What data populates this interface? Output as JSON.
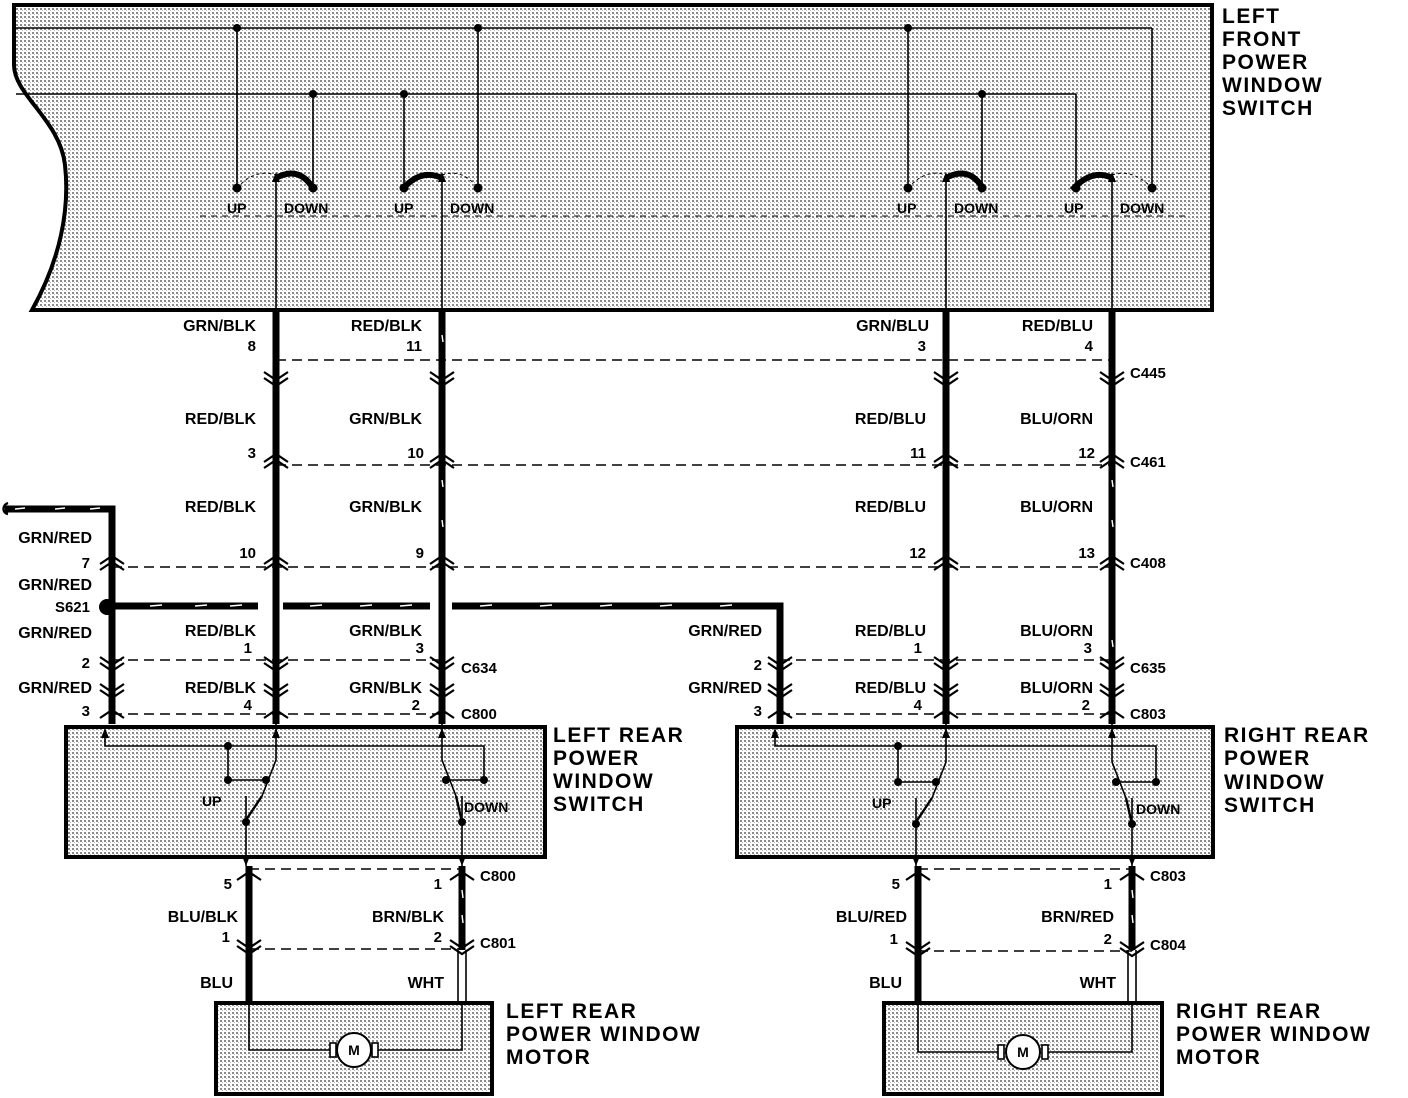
{
  "components": {
    "lf_switch": {
      "name": [
        "LEFT",
        "FRONT",
        "POWER",
        "WINDOW",
        "SWITCH"
      ],
      "up": "UP",
      "down": "DOWN"
    },
    "lr_switch": {
      "name": [
        "LEFT REAR",
        "POWER",
        "WINDOW",
        "SWITCH"
      ],
      "up": "UP",
      "down": "DOWN"
    },
    "rr_switch": {
      "name": [
        "RIGHT REAR",
        "POWER",
        "WINDOW",
        "SWITCH"
      ],
      "up": "UP",
      "down": "DOWN"
    },
    "lr_motor": {
      "name": [
        "LEFT REAR",
        "POWER WINDOW",
        "MOTOR"
      ],
      "symbol": "M"
    },
    "rr_motor": {
      "name": [
        "RIGHT REAR",
        "POWER WINDOW",
        "MOTOR"
      ],
      "symbol": "M"
    }
  },
  "connectors": {
    "c445": "C445",
    "c461": "C461",
    "c408": "C408",
    "c634": "C634",
    "c635": "C635",
    "c800": "C800",
    "c803": "C803",
    "c801": "C801",
    "c804": "C804",
    "s621": "S621"
  },
  "wires": {
    "lf_up_top": "GRN/BLK",
    "lf_dn_top": "RED/BLK",
    "rf_up_top": "GRN/BLU",
    "rf_dn_top": "RED/BLU",
    "l1_c461": "RED/BLK",
    "l2_c461": "GRN/BLK",
    "r1_c461": "RED/BLU",
    "r2_c461": "BLU/ORN",
    "l1_c408": "RED/BLK",
    "l2_c408": "GRN/BLK",
    "r1_c408": "RED/BLU",
    "r2_c408": "BLU/ORN",
    "l1_c634": "RED/BLK",
    "l2_c634": "GRN/BLK",
    "r1_c635": "RED/BLU",
    "r2_c635": "BLU/ORN",
    "l1_c800": "RED/BLK",
    "l2_c800": "GRN/BLK",
    "r1_c803": "RED/BLU",
    "r2_c803": "BLU/ORN",
    "gr_top": "GRN/RED",
    "gr_c408": "GRN/RED",
    "gr_c634": "GRN/RED",
    "gr_c800": "GRN/RED",
    "gr_c635": "GRN/RED",
    "gr_c803": "GRN/RED",
    "lm_a": "BLU/BLK",
    "lm_b": "BRN/BLK",
    "lm_a_low": "BLU",
    "lm_b_low": "WHT",
    "rm_a": "BLU/RED",
    "rm_b": "BRN/RED",
    "rm_a_low": "BLU",
    "rm_b_low": "WHT"
  },
  "pins": {
    "c445": [
      "8",
      "11",
      "3",
      "4"
    ],
    "c461": [
      "3",
      "10",
      "11",
      "12"
    ],
    "c408": [
      "7",
      "10",
      "9",
      "12",
      "13"
    ],
    "c634": [
      "2",
      "1",
      "3"
    ],
    "c635": [
      "2",
      "1",
      "3"
    ],
    "c800_top": [
      "3",
      "4",
      "2"
    ],
    "c803_top": [
      "3",
      "4",
      "2"
    ],
    "c800_bot": [
      "5",
      "1"
    ],
    "c801": [
      "1",
      "2"
    ],
    "c803_bot": [
      "5",
      "1"
    ],
    "c804": [
      "1",
      "2"
    ]
  }
}
